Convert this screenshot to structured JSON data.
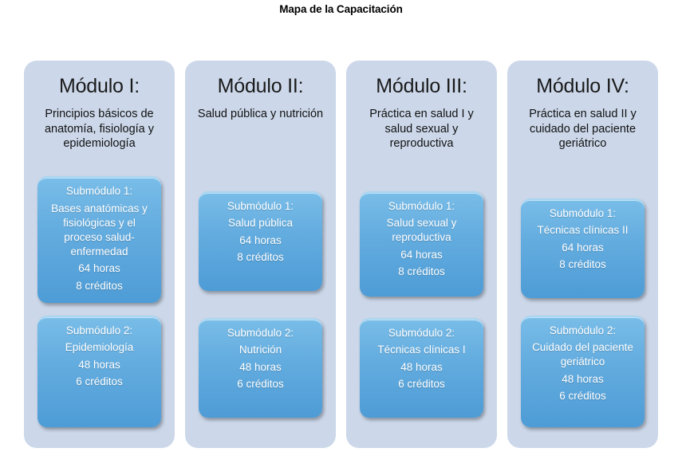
{
  "title": "Mapa de la Capacitación",
  "colors": {
    "panel_background": "#ccd8ea",
    "card_gradient_top": "#79bde8",
    "card_gradient_bottom": "#4e9cd6",
    "card_text": "#ffffff",
    "page_background": "#ffffff",
    "title_text": "#000000"
  },
  "modules": [
    {
      "title": "Módulo I:",
      "subtitle": "Principios básicos de anatomía, fisiología y epidemiología",
      "submodules": [
        {
          "heading": "Submódulo 1:",
          "name": "Bases anatómicas y fisiológicas y el proceso salud-enfermedad",
          "hours": "64 horas",
          "credits": "8 créditos"
        },
        {
          "heading": "Submódulo 2:",
          "name": "Epidemiología",
          "hours": "48 horas",
          "credits": "6 créditos"
        }
      ]
    },
    {
      "title": "Módulo II:",
      "subtitle": "Salud pública y nutrición",
      "submodules": [
        {
          "heading": "Submódulo 1:",
          "name": "Salud pública",
          "hours": "64 horas",
          "credits": "8 créditos"
        },
        {
          "heading": "Submódulo 2:",
          "name": "Nutrición",
          "hours": "48 horas",
          "credits": "6 créditos"
        }
      ]
    },
    {
      "title": "Módulo III:",
      "subtitle": "Práctica en salud I y salud sexual y reproductiva",
      "submodules": [
        {
          "heading": "Submódulo 1:",
          "name": "Salud sexual y reproductiva",
          "hours": "64 horas",
          "credits": "8 créditos"
        },
        {
          "heading": "Submódulo 2:",
          "name": "Técnicas clínicas I",
          "hours": "48 horas",
          "credits": "6 créditos"
        }
      ]
    },
    {
      "title": "Módulo IV:",
      "subtitle": "Práctica en salud II y cuidado del paciente geriátrico",
      "submodules": [
        {
          "heading": "Submódulo 1:",
          "name": "Técnicas clínicas II",
          "hours": "64 horas",
          "credits": "8 créditos"
        },
        {
          "heading": "Submódulo 2:",
          "name": "Cuidado del paciente geriátrico",
          "hours": "48 horas",
          "credits": "6 créditos"
        }
      ]
    }
  ]
}
